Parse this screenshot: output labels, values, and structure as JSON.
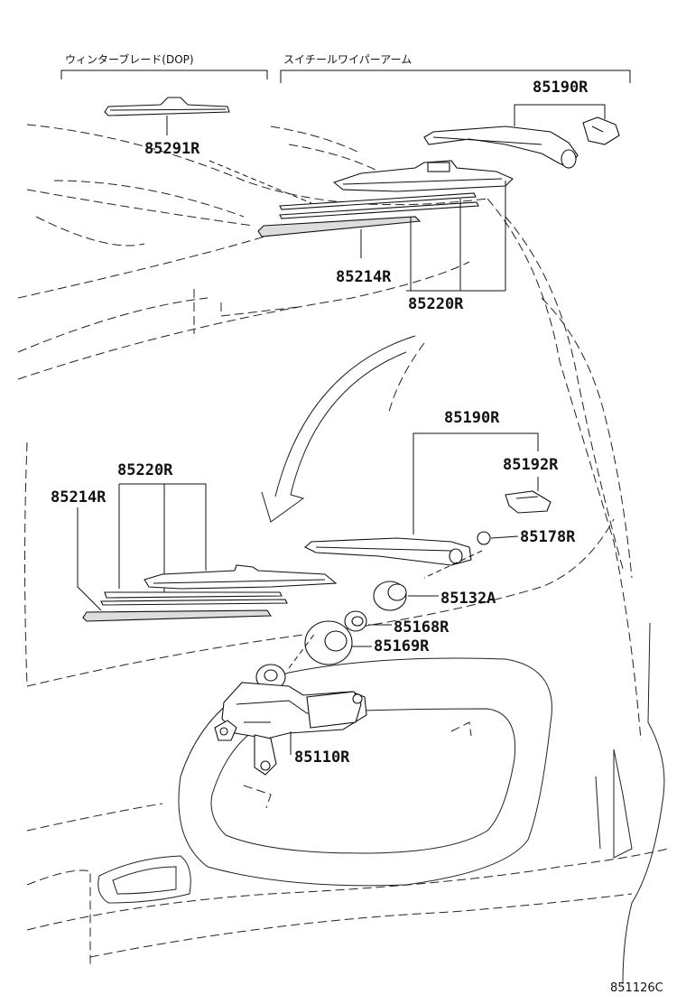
{
  "headings": {
    "winter_blade": "ウィンターブレード(DOP)",
    "wiper_arm": "スイチールワイパーアーム"
  },
  "labels": {
    "p85291R": "85291R",
    "p85190R_top": "85190R",
    "p85214R_top": "85214R",
    "p85220R_top": "85220R",
    "p85190R_mid": "85190R",
    "p85192R": "85192R",
    "p85220R_left": "85220R",
    "p85214R_left": "85214R",
    "p85178R": "85178R",
    "p85132A": "85132A",
    "p85168R": "85168R",
    "p85169R": "85169R",
    "p85110R": "85110R"
  },
  "diagram_code": "851126C"
}
